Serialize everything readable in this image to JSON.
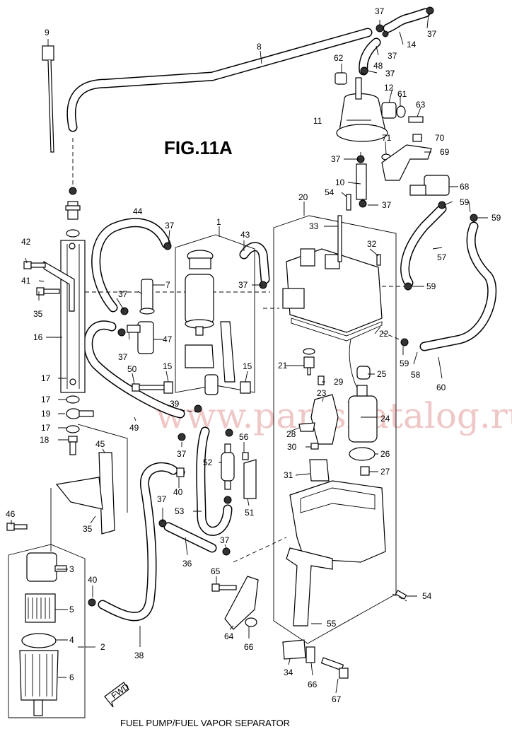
{
  "title": "FIG.11A",
  "caption": "FUEL PUMP/FUEL VAPOR SEPARATOR",
  "watermark": "www.partskatalog.ru",
  "fwd_label": "FWD",
  "callouts": [
    "9",
    "8",
    "37",
    "37",
    "14",
    "37",
    "48",
    "37",
    "62",
    "37",
    "12",
    "61",
    "63",
    "11",
    "71",
    "70",
    "69",
    "37",
    "10",
    "54",
    "37",
    "68",
    "59",
    "59",
    "20",
    "1",
    "44",
    "37",
    "43",
    "33",
    "32",
    "42",
    "41",
    "7",
    "37",
    "37",
    "35",
    "16",
    "37",
    "47",
    "50",
    "15",
    "15",
    "21",
    "29",
    "25",
    "23",
    "17",
    "19",
    "39",
    "24",
    "17",
    "49",
    "28",
    "18",
    "30",
    "26",
    "45",
    "37",
    "56",
    "52",
    "31",
    "27",
    "40",
    "37",
    "53",
    "51",
    "46",
    "35",
    "3",
    "36",
    "37",
    "65",
    "40",
    "5",
    "54",
    "4",
    "2",
    "64",
    "66",
    "55",
    "38",
    "6",
    "34",
    "66",
    "67",
    "57",
    "59",
    "58",
    "60",
    "59",
    "22",
    "17"
  ]
}
